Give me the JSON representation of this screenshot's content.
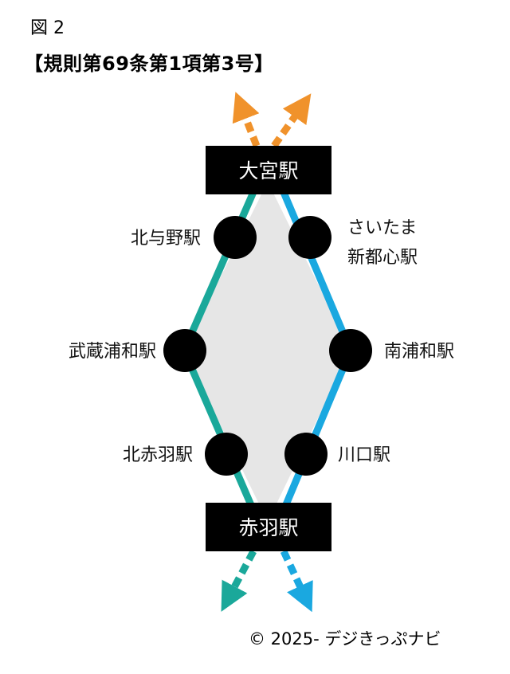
{
  "figure_label": "図 2",
  "title": "【規則第69条第1項第3号】",
  "terminals": {
    "top": "大宮駅",
    "bottom": "赤羽駅"
  },
  "left_stations": [
    "北与野駅",
    "武蔵浦和駅",
    "北赤羽駅"
  ],
  "right_stations": [
    "さいたま",
    "新都心駅",
    "南浦和駅",
    "川口駅"
  ],
  "colors": {
    "left_line": "#1aa89a",
    "right_line": "#1aa8e0",
    "top_arrows": "#f0922b",
    "region_fill": "#e6e6e6",
    "terminal_box": "#000000",
    "station_dot": "#000000"
  },
  "copyright": "© 2025- デジきっぷナビ"
}
